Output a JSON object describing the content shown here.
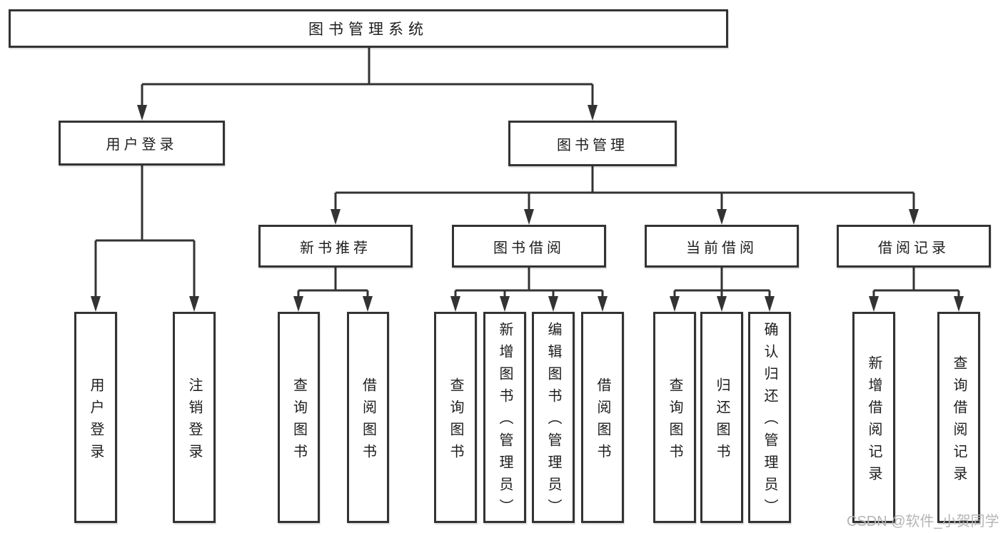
{
  "tree": {
    "label": "图书管理系统",
    "children": [
      {
        "label": "用户登录",
        "children": [
          {
            "label": "用户登录"
          },
          {
            "label": "注销登录"
          }
        ]
      },
      {
        "label": "图书管理",
        "children": [
          {
            "label": "新书推荐",
            "children": [
              {
                "label": "查询图书"
              },
              {
                "label": "借阅图书"
              }
            ]
          },
          {
            "label": "图书借阅",
            "children": [
              {
                "label": "查询图书"
              },
              {
                "label": "新增图书（管理员）"
              },
              {
                "label": "编辑图书（管理员）"
              },
              {
                "label": "借阅图书"
              }
            ]
          },
          {
            "label": "当前借阅",
            "children": [
              {
                "label": "查询图书"
              },
              {
                "label": "归还图书"
              },
              {
                "label": "确认归还（管理员）"
              }
            ]
          },
          {
            "label": "借阅记录",
            "children": [
              {
                "label": "新增借阅记录"
              },
              {
                "label": "查询借阅记录"
              }
            ]
          }
        ]
      }
    ]
  },
  "watermark": "CSDN @软件_小贺同学",
  "colors": {
    "line": "#333333",
    "text": "#1d1d1d",
    "watermark": "#b5b5b5",
    "background": "#ffffff"
  }
}
